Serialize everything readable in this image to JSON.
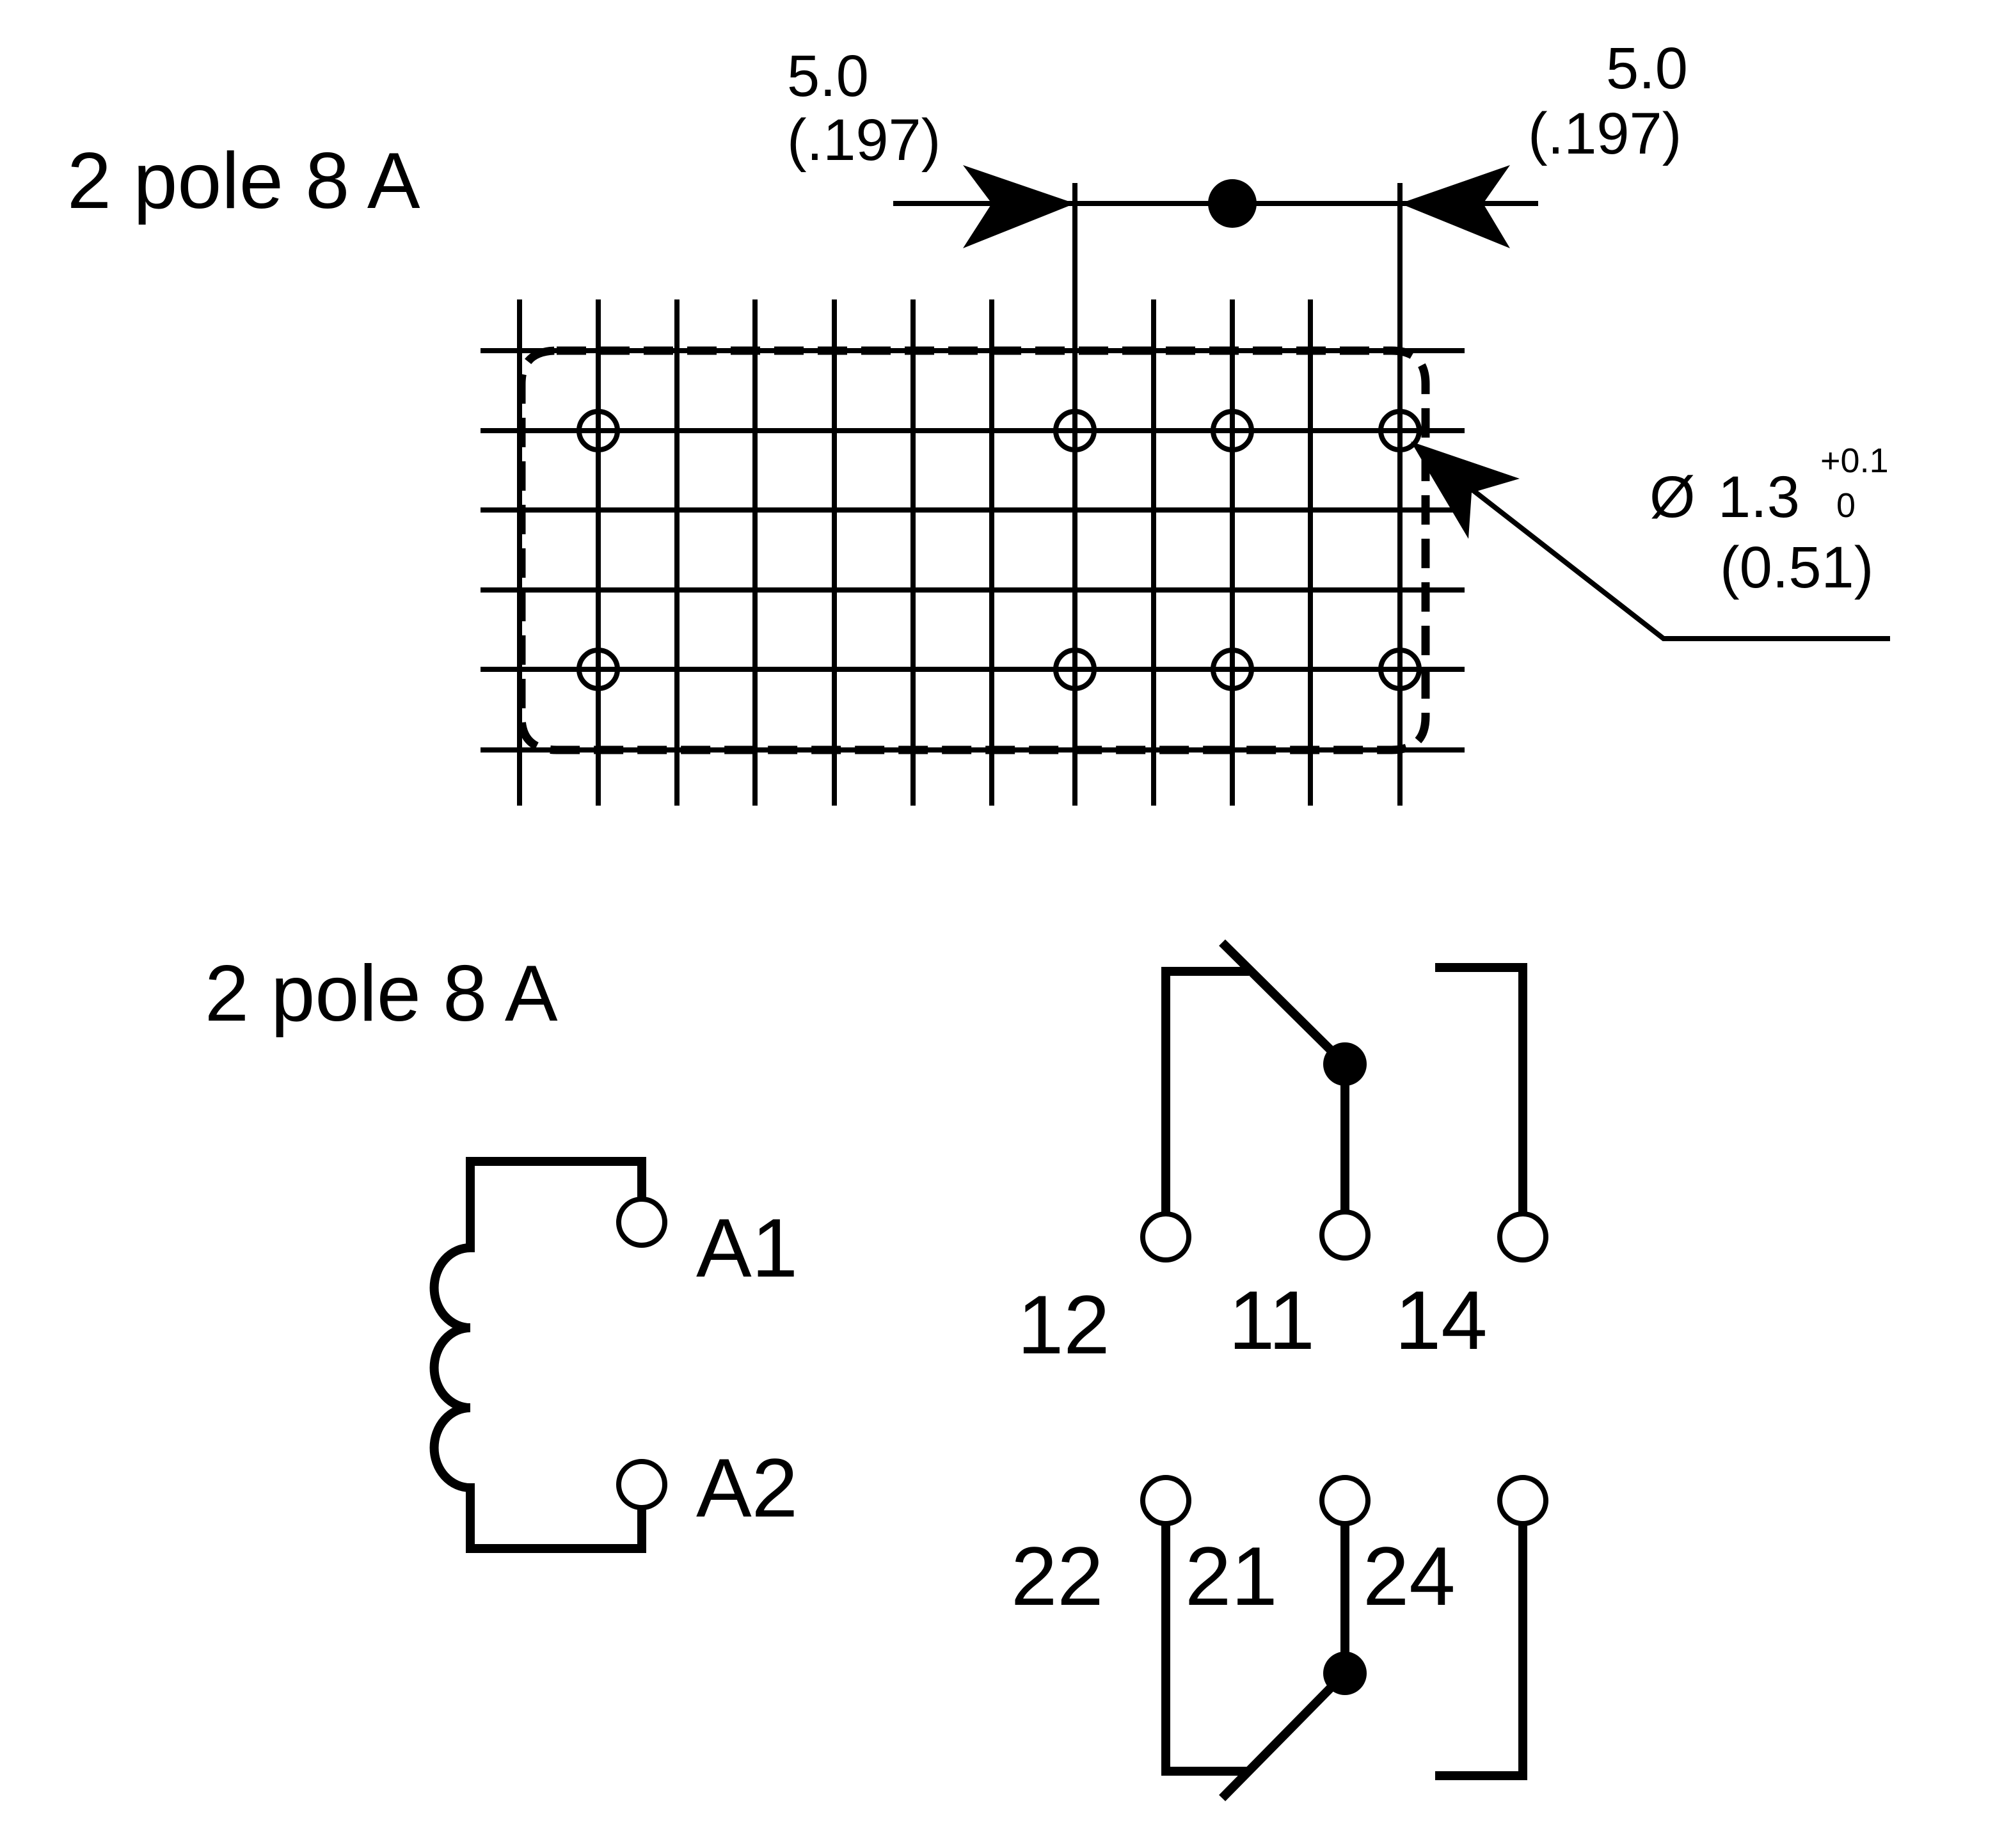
{
  "pcb_layout": {
    "title": "2 pole 8 A",
    "dimension_left": {
      "value": "5.0",
      "imperial": "(.197)"
    },
    "dimension_right": {
      "value": "5.0",
      "imperial": "(.197)"
    },
    "hole_diameter": {
      "symbol": "Ø",
      "value": "1.3",
      "tolerance_upper": "+0.1",
      "tolerance_lower": "0",
      "imperial": "(0.51)"
    }
  },
  "wiring_diagram": {
    "title": "2 pole 8 A",
    "coil_terminals": [
      "A1",
      "A2"
    ],
    "contact_set_1": [
      "12",
      "11",
      "14"
    ],
    "contact_set_2": [
      "22",
      "21",
      "24"
    ]
  }
}
